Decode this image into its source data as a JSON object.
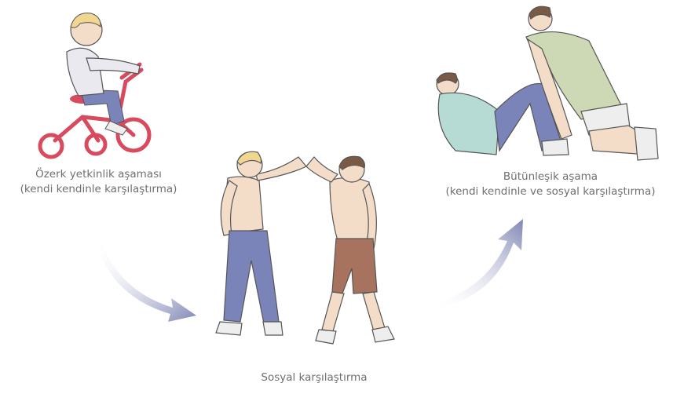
{
  "stages": [
    {
      "line1": "Özerk yetkinlik aşaması",
      "line2": "(kendi kendinle karşılaştırma)"
    },
    {
      "line1": "Sosyal karşılaştırma"
    },
    {
      "line1": "Bütünleşik aşama",
      "line2": "(kendi kendinle ve sosyal karşılaştırma)"
    }
  ],
  "colors": {
    "arrow": "#7f86b4",
    "caption": "#6f6f6f",
    "tricycle": "#d84a5e",
    "pants": "#7a84b8",
    "shorts": "#a8735e",
    "shirt_green": "#cdd8b4",
    "shirt_blue": "#b6dad4",
    "skin": "#f3dcc8"
  }
}
